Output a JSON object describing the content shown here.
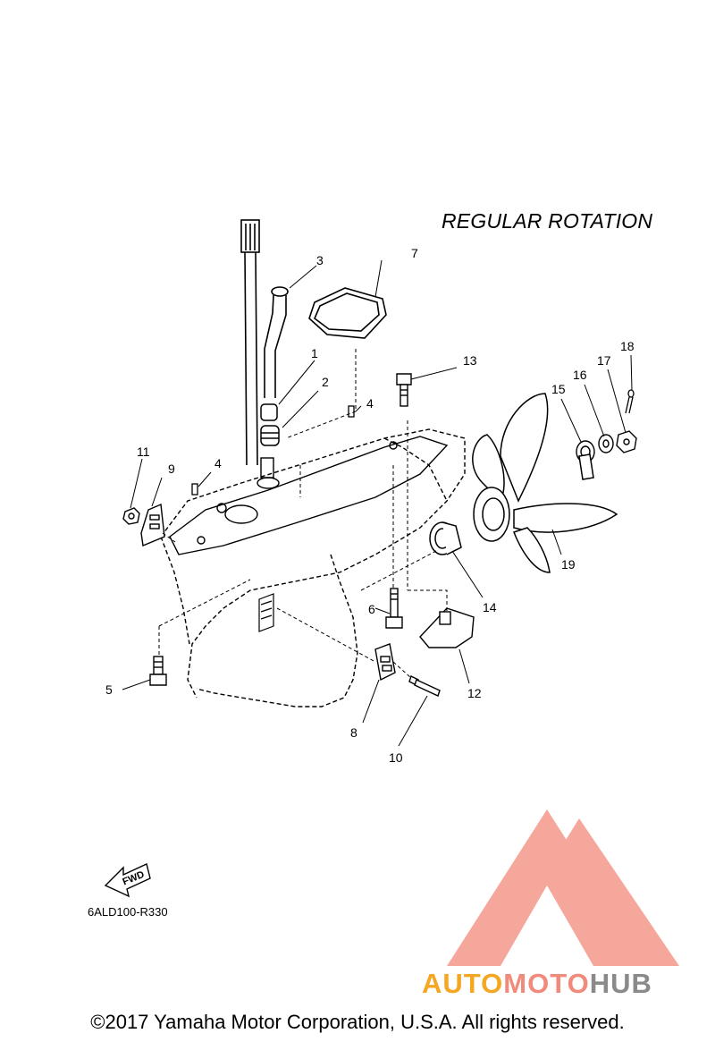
{
  "title": "REGULAR ROTATION",
  "drawing_code": "6ALD100-R330",
  "fwd_label": "FWD",
  "copyright": "©2017 Yamaha Motor Corporation, U.S.A. All rights reserved.",
  "watermark": {
    "part1": "AUTO",
    "part2": "MOTO",
    "part3": "HUB",
    "colors": {
      "auto": "#f5a623",
      "moto": "#f28a7c",
      "hub": "#8a8a8a",
      "logo": "#f28a7c"
    }
  },
  "callouts": [
    {
      "id": "c1",
      "label": "1"
    },
    {
      "id": "c2",
      "label": "2"
    },
    {
      "id": "c3",
      "label": "3"
    },
    {
      "id": "c4a",
      "label": "4"
    },
    {
      "id": "c4b",
      "label": "4"
    },
    {
      "id": "c5",
      "label": "5"
    },
    {
      "id": "c6",
      "label": "6"
    },
    {
      "id": "c7",
      "label": "7"
    },
    {
      "id": "c8",
      "label": "8"
    },
    {
      "id": "c9",
      "label": "9"
    },
    {
      "id": "c10",
      "label": "10"
    },
    {
      "id": "c11",
      "label": "11"
    },
    {
      "id": "c12",
      "label": "12"
    },
    {
      "id": "c13",
      "label": "13"
    },
    {
      "id": "c14",
      "label": "14"
    },
    {
      "id": "c15",
      "label": "15"
    },
    {
      "id": "c16",
      "label": "16"
    },
    {
      "id": "c17",
      "label": "17"
    },
    {
      "id": "c18",
      "label": "18"
    },
    {
      "id": "c19",
      "label": "19"
    }
  ]
}
